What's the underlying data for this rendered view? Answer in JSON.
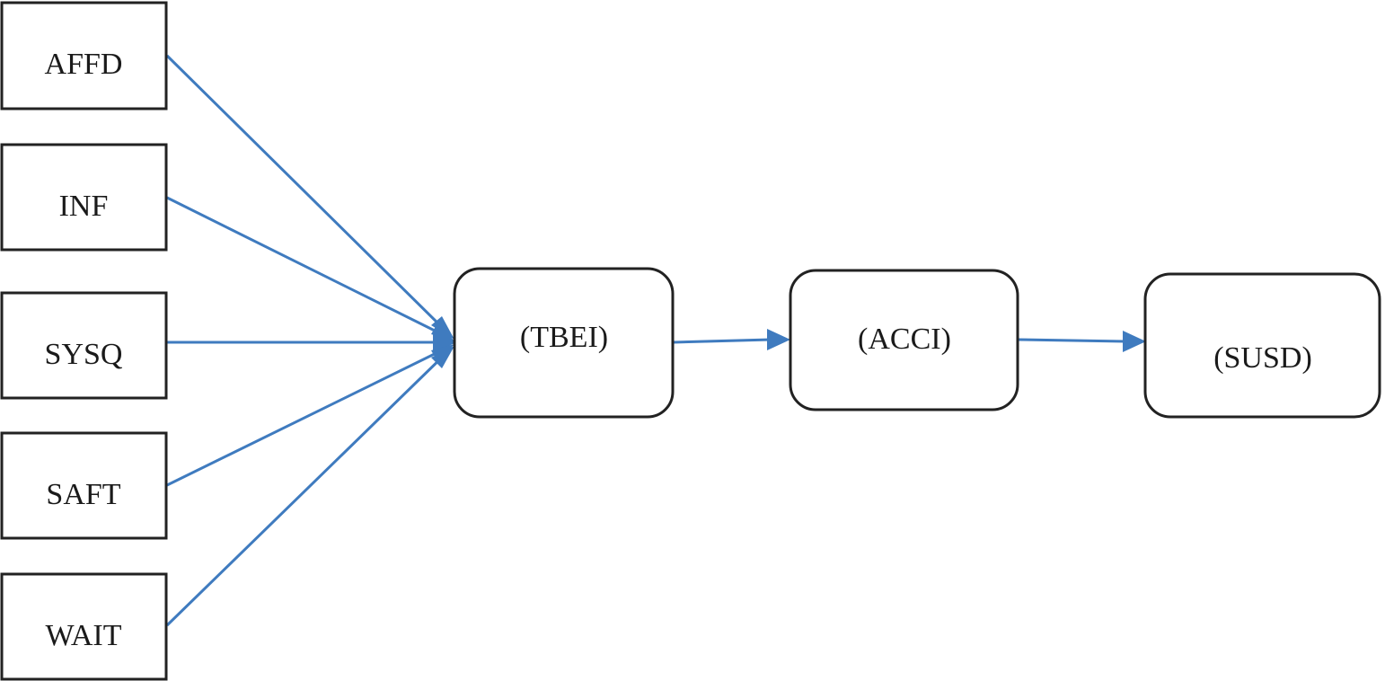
{
  "nodes": {
    "affd": "AFFD",
    "inf": "INF",
    "sysq": "SYSQ",
    "saft": "SAFT",
    "wait": "WAIT",
    "tbei": "(TBEI)",
    "acci": "(ACCI)",
    "susd": "(SUSD)"
  },
  "colors": {
    "arrow": "#3f7bbf",
    "box_stroke": "#222222"
  }
}
